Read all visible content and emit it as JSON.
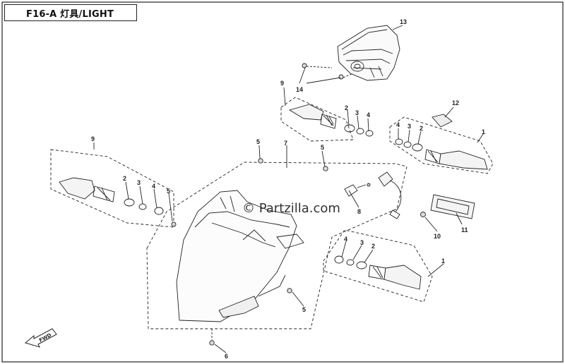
{
  "title": "F16-A 灯具/LIGHT",
  "watermark": "© Partzilla.com",
  "direction_marker": "FWD",
  "callouts": {
    "c13": "13",
    "c14": "14",
    "c9_top": "9",
    "c2_top": "2",
    "c3_top": "3",
    "c4_top": "4",
    "c12": "12",
    "c4_right": "4",
    "c3_right": "3",
    "c2_right": "2",
    "c1_top": "1",
    "c9_left": "9",
    "c5_upper": "5",
    "c7": "7",
    "c5_mid": "5",
    "c2_left": "2",
    "c3_left": "3",
    "c4_left": "4",
    "c5_left": "5",
    "c8": "8",
    "c10": "10",
    "c11": "11",
    "c4_bottom": "4",
    "c3_bottom": "3",
    "c2_bottom": "2",
    "c1_bottom": "1",
    "c5_lower": "5",
    "c6": "6"
  }
}
